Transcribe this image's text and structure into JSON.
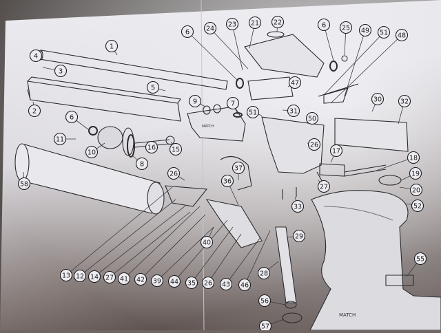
{
  "diagram": {
    "type": "exploded parts diagram",
    "brand_marks": [
      "MATCH",
      "MATCH"
    ],
    "callouts": [
      "1",
      "4",
      "3",
      "5",
      "2",
      "6",
      "11",
      "10",
      "16",
      "15",
      "8",
      "58",
      "9",
      "7",
      "6",
      "24",
      "23",
      "21",
      "22",
      "6",
      "25",
      "49",
      "51",
      "48",
      "47",
      "51",
      "31",
      "50",
      "30",
      "32",
      "26",
      "17",
      "18",
      "19",
      "20",
      "52",
      "27",
      "37",
      "36",
      "26",
      "33",
      "29",
      "40",
      "28",
      "56",
      "57",
      "55",
      "13",
      "12",
      "14",
      "27",
      "41",
      "42",
      "39",
      "44",
      "35",
      "26",
      "43",
      "46"
    ]
  },
  "colors": {
    "paper": "#e6e6ea",
    "ink": "#1c1c1f",
    "shadow": "#5e5350"
  }
}
